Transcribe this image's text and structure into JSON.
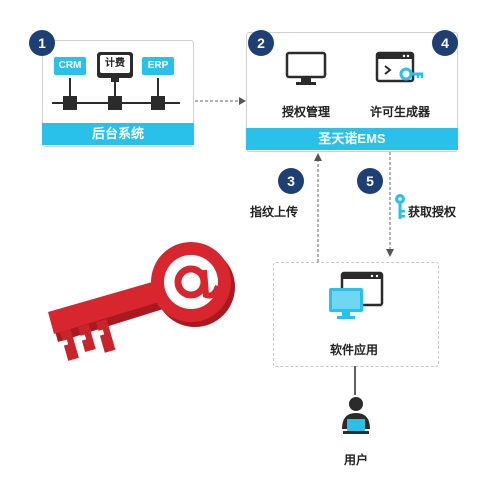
{
  "backend": {
    "badge": "1",
    "tags": {
      "crm": "CRM",
      "billing": "计费",
      "erp": "ERP"
    },
    "title": "后台系统"
  },
  "ems": {
    "badge_auth": "2",
    "badge_license": "4",
    "auth_label": "授权管理",
    "license_label": "许可生成器",
    "title": "圣天诺EMS"
  },
  "steps": {
    "fingerprint_badge": "3",
    "fingerprint_label": "指纹上传",
    "activate_badge": "5",
    "activate_label": "获取授权"
  },
  "app": {
    "label": "软件应用"
  },
  "user": {
    "label": "用户"
  },
  "colors": {
    "accent": "#29c1ea",
    "badge": "#1e3f73",
    "key_red": "#c8242b"
  }
}
